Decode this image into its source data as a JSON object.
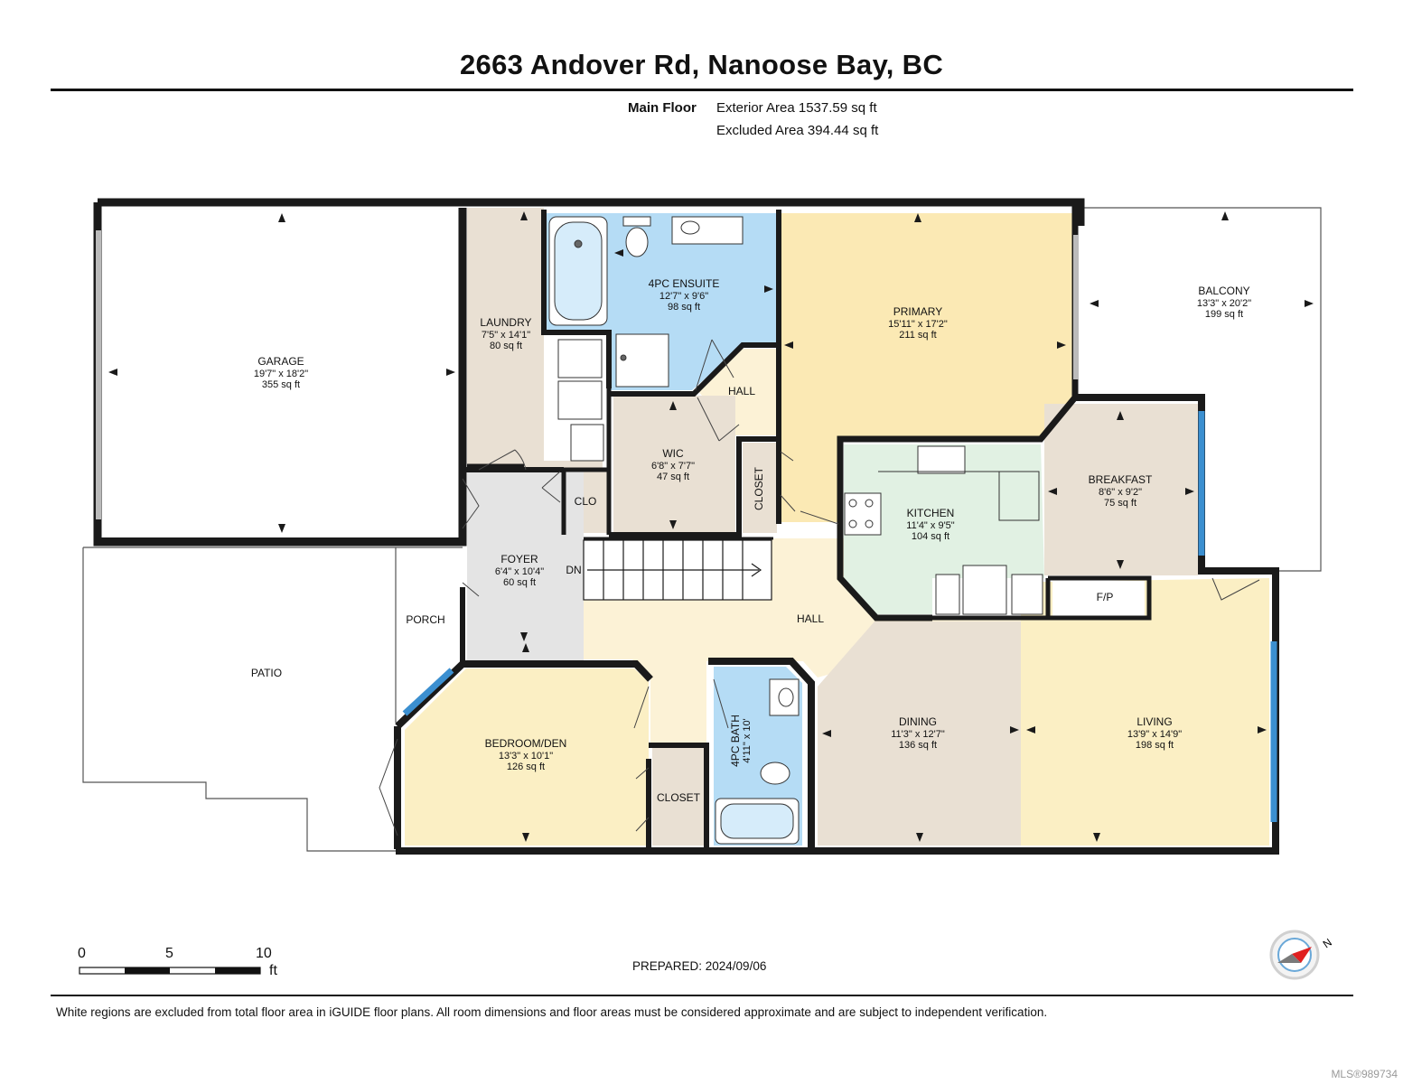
{
  "header": {
    "title": "2663 Andover Rd, Nanoose Bay, BC",
    "floor_label": "Main Floor",
    "exterior_area": "Exterior Area 1537.59 sq ft",
    "excluded_area": "Excluded Area 394.44 sq ft"
  },
  "rooms": {
    "garage": {
      "name": "GARAGE",
      "dims": "19'7\" x 18'2\"",
      "area": "355 sq ft"
    },
    "laundry": {
      "name": "LAUNDRY",
      "dims": "7'5\" x 14'1\"",
      "area": "80 sq ft"
    },
    "ensuite": {
      "name": "4PC ENSUITE",
      "dims": "12'7\" x 9'6\"",
      "area": "98 sq ft"
    },
    "primary": {
      "name": "PRIMARY",
      "dims": "15'11\" x 17'2\"",
      "area": "211 sq ft"
    },
    "balcony": {
      "name": "BALCONY",
      "dims": "13'3\" x 20'2\"",
      "area": "199 sq ft"
    },
    "hall_upper": {
      "name": "HALL"
    },
    "wic": {
      "name": "WIC",
      "dims": "6'8\" x 7'7\"",
      "area": "47 sq ft"
    },
    "closet_upper": {
      "name": "CLOSET"
    },
    "clo": {
      "name": "CLO"
    },
    "kitchen": {
      "name": "KITCHEN",
      "dims": "11'4\" x 9'5\"",
      "area": "104 sq ft"
    },
    "breakfast": {
      "name": "BREAKFAST",
      "dims": "8'6\" x 9'2\"",
      "area": "75 sq ft"
    },
    "fp": {
      "name": "F/P"
    },
    "foyer": {
      "name": "FOYER",
      "dims": "6'4\" x 10'4\"",
      "area": "60 sq ft"
    },
    "dn": {
      "name": "DN"
    },
    "porch": {
      "name": "PORCH"
    },
    "patio": {
      "name": "PATIO"
    },
    "hall": {
      "name": "HALL"
    },
    "bedroom": {
      "name": "BEDROOM/DEN",
      "dims": "13'3\" x 10'1\"",
      "area": "126 sq ft"
    },
    "closet_lower": {
      "name": "CLOSET"
    },
    "bath": {
      "name": "4PC BATH",
      "dims": "4'11\" x 10'"
    },
    "dining": {
      "name": "DINING",
      "dims": "11'3\" x 12'7\"",
      "area": "136 sq ft"
    },
    "living": {
      "name": "LIVING",
      "dims": "13'9\" x 14'9\"",
      "area": "198 sq ft"
    }
  },
  "colors": {
    "wall": "#1a1a1a",
    "garage": "#ffffff",
    "laundry": "#e9e0d3",
    "ensuite": "#b5dcf5",
    "primary": "#fbe9b4",
    "hall": "#fcf2d6",
    "kitchen": "#e1f1e3",
    "breakfast": "#e9e0d3",
    "foyer": "#e4e4e4",
    "bedroom": "#fbefc4",
    "closet": "#e9e0d3",
    "bath": "#b5dcf5",
    "dining": "#e9e0d3",
    "living": "#fbefc4",
    "window": "#3b8fd0"
  },
  "scale": {
    "labels": [
      "0",
      "5",
      "10"
    ],
    "unit": "ft"
  },
  "prepared": "PREPARED: 2024/09/06",
  "compass_label": "N",
  "footnote": "White regions are excluded from total floor area in iGUIDE floor plans. All room dimensions and floor areas must be considered approximate and are subject to independent verification.",
  "mls": "MLS®989734"
}
